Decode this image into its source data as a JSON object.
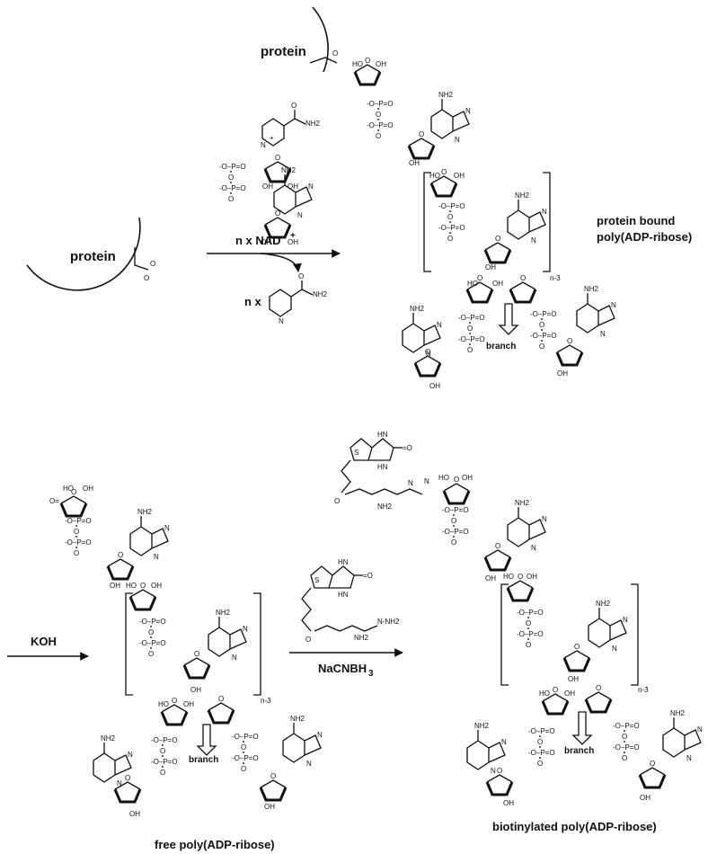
{
  "labels": {
    "protein_top": "protein",
    "protein_left": "protein",
    "reagent_nad": "n x NAD",
    "reagent_nad_sup": "+",
    "byproduct": "n x",
    "product_bound_1": "protein bound",
    "product_bound_2": "poly(ADP-ribose)",
    "koh": "KOH",
    "nacnbh3": "NaCNBH",
    "nacnbh3_sub": "3",
    "free_par": "free poly(ADP-ribose)",
    "biotin_par": "biotinylated poly(ADP-ribose)",
    "branch": "branch",
    "repeat": "n-3"
  },
  "atoms": {
    "o": "O",
    "oh": "OH",
    "ho": "HO",
    "nh2": "NH2",
    "n": "N",
    "s": "S",
    "h": "H",
    "hn": "HN",
    "nh": "NH",
    "p": "P",
    "o_minus": "-O",
    "o_eq": "O",
    "carbonyl": "O=",
    "coo": "O-"
  }
}
